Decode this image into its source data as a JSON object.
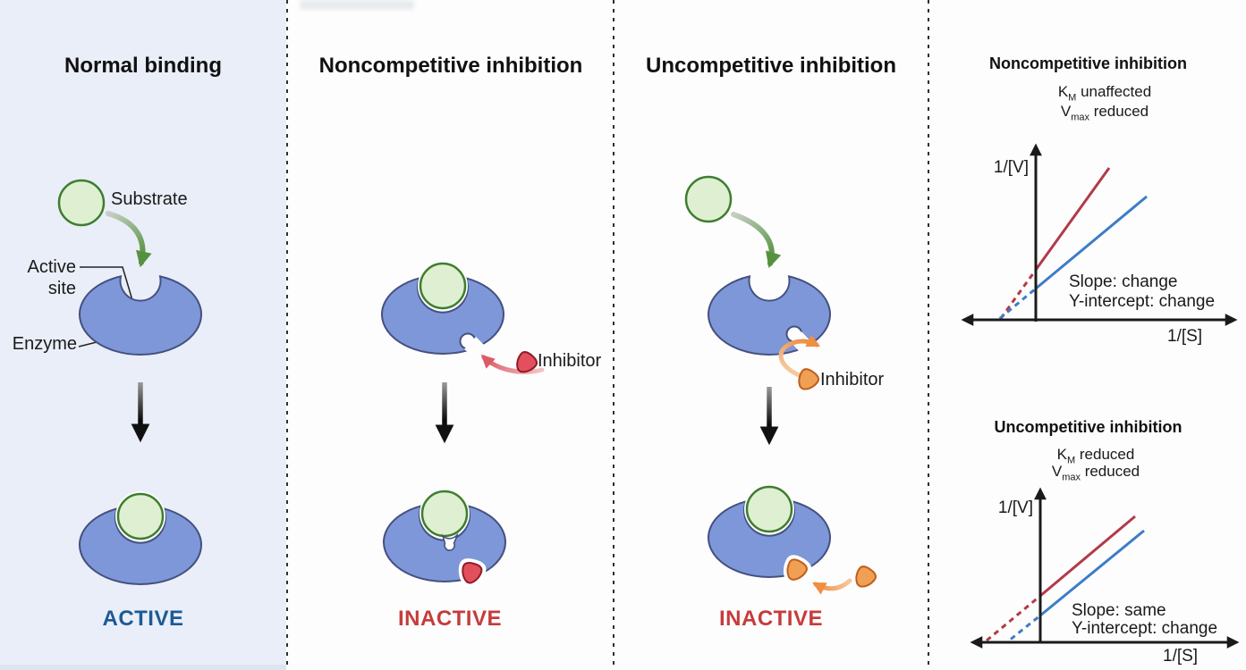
{
  "panel1": {
    "title": "Normal binding",
    "substrate_label": "Substrate",
    "active_site_line1": "Active",
    "active_site_line2": "site",
    "enzyme_label": "Enzyme",
    "status": "ACTIVE"
  },
  "panel2": {
    "title": "Noncompetitive inhibition",
    "inhibitor_label": "Inhibitor",
    "status": "INACTIVE"
  },
  "panel3": {
    "title": "Uncompetitive inhibition",
    "inhibitor_label": "Inhibitor",
    "status": "INACTIVE"
  },
  "plot1": {
    "title": "Noncompetitive inhibition",
    "km_base": "K",
    "km_sub": "M",
    "km_rest": " unaffected",
    "vmax_base": "V",
    "vmax_sub": "max",
    "vmax_rest": " reduced",
    "y_label": "1/[V]",
    "x_label": "1/[S]",
    "note1": "Slope: change",
    "note2": "Y-intercept: change"
  },
  "plot2": {
    "title": "Uncompetitive inhibition",
    "km_base": "K",
    "km_sub": "M",
    "km_rest": " reduced",
    "vmax_base": "V",
    "vmax_sub": "max",
    "vmax_rest": " reduced",
    "y_label": "1/[V]",
    "x_label": "1/[S]",
    "note1": "Slope: same",
    "note2": "Y-intercept: change"
  },
  "chart_data": [
    {
      "type": "line",
      "title": "Noncompetitive inhibition",
      "xlabel": "1/[S]",
      "ylabel": "1/[V]",
      "axis_numeric_ticks": false,
      "annotations": [
        "KM unaffected",
        "Vmax reduced",
        "Slope: change",
        "Y-intercept: change"
      ],
      "series": [
        {
          "name": "blue line (no inhibitor)",
          "color": "#3b7dc8",
          "style": "solid with dashed extrapolation",
          "slope": "lower",
          "y_intercept": "lower",
          "x_intercept": "same as red line"
        },
        {
          "name": "red line (with inhibitor)",
          "color": "#b23a48",
          "style": "solid with dashed extrapolation",
          "slope": "higher",
          "y_intercept": "higher",
          "x_intercept": "same as blue line"
        }
      ],
      "legend": "none"
    },
    {
      "type": "line",
      "title": "Uncompetitive inhibition",
      "xlabel": "1/[S]",
      "ylabel": "1/[V]",
      "axis_numeric_ticks": false,
      "annotations": [
        "KM reduced",
        "Vmax reduced",
        "Slope: same",
        "Y-intercept: change"
      ],
      "series": [
        {
          "name": "blue line (no inhibitor)",
          "color": "#3b7dc8",
          "style": "solid with dashed extrapolation",
          "slope": "same as red line",
          "y_intercept": "lower",
          "x_intercept": "closer to origin"
        },
        {
          "name": "red line (with inhibitor)",
          "color": "#b23a48",
          "style": "solid with dashed extrapolation",
          "slope": "same as blue line",
          "y_intercept": "higher",
          "x_intercept": "farther from origin"
        }
      ],
      "legend": "none"
    }
  ],
  "colors": {
    "panel1_bg": "#e9eef8",
    "enzyme_fill": "#7e97d8",
    "enzyme_stroke": "#455080",
    "substrate_fill": "#dff0d2",
    "substrate_stroke": "#3e7d2f",
    "green_arrow": "#5f9a4a",
    "black_arrow": "#111111",
    "red_inhibitor": "#e44f5e",
    "red_inhibitor_stroke": "#8f1d28",
    "pink_arrow": "#dd5b68",
    "orange_inhibitor": "#f0a055",
    "orange_inhibitor_stroke": "#bf5f1d",
    "orange_arrow": "#ee8f42",
    "active_text": "#1c5a96",
    "inactive_text": "#c63b3b",
    "plot_red": "#b23a48",
    "plot_blue": "#3b7dc8"
  }
}
